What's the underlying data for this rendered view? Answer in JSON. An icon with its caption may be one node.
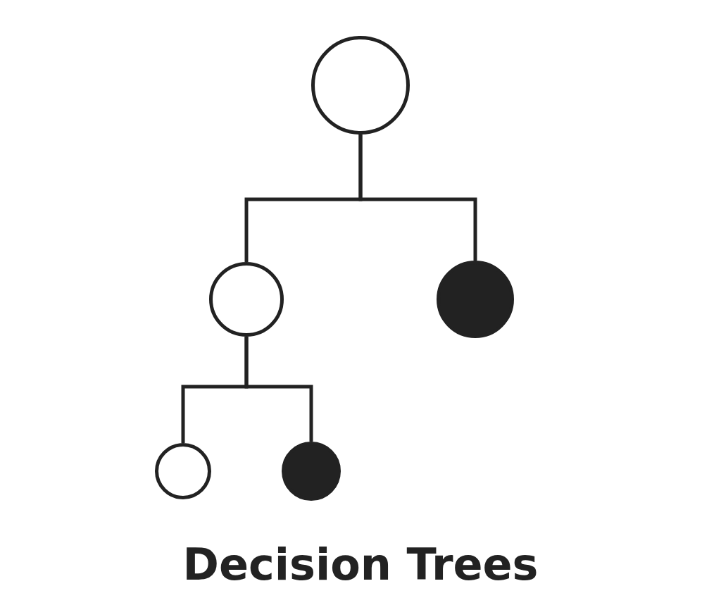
{
  "diagram": {
    "title": "Decision Trees",
    "nodes": [
      {
        "text": [],
        "shape": "circle"
      },
      {
        "text": [],
        "shape": "circle"
      },
      {
        "text": [],
        "shape": "circle"
      },
      {
        "text": [],
        "shape": "circle"
      },
      {
        "text": [],
        "shape": "circle"
      }
    ],
    "edges": [
      {
        "from": 0,
        "to": 1,
        "arrow": "none"
      },
      {
        "from": 0,
        "to": 2,
        "arrow": "none"
      },
      {
        "from": 1,
        "to": 3,
        "arrow": "none"
      },
      {
        "from": 1,
        "to": 4,
        "arrow": "none"
      }
    ]
  }
}
